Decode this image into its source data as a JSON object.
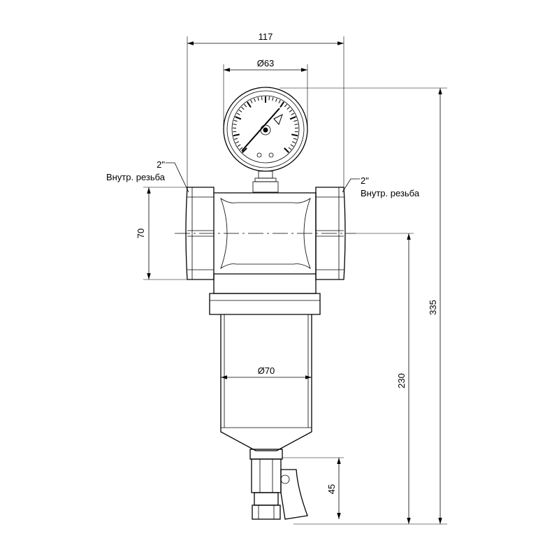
{
  "dimensions": {
    "overall_width": "117",
    "gauge_diameter": "Ø63",
    "bowl_diameter": "Ø70",
    "inlet_height": "70",
    "overall_height": "335",
    "height_below_axis": "230",
    "drain_height": "45"
  },
  "callouts": {
    "left_thread_size": "2\"",
    "left_thread_label": "Внутр. резьба",
    "right_thread_size": "2\"",
    "right_thread_label": "Внутр. резьба"
  }
}
